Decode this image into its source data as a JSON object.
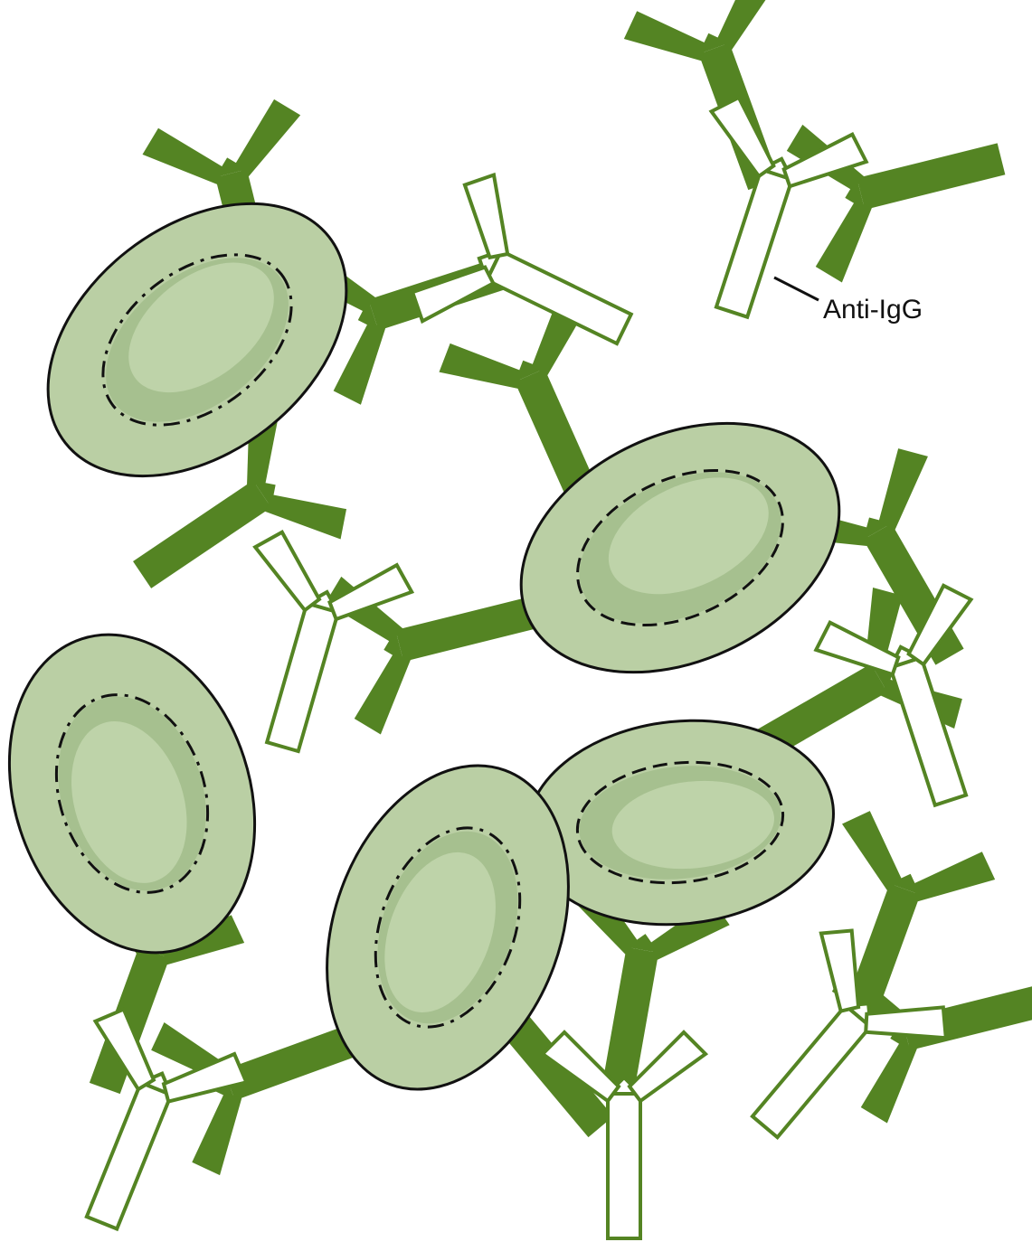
{
  "labels": {
    "anti_igg": "Anti-IgG"
  },
  "colors": {
    "antibody_green": "#548423",
    "rbc_fill": "#bacfa4",
    "rbc_pallor_outer": "#a6c08f",
    "rbc_pallor_inner": "#bed3a9",
    "rbc_outline": "#111111",
    "anti_igg_fill": "#ffffff",
    "anti_igg_outline": "#548423"
  },
  "icons": {
    "igg_antibody": "y-shape-filled",
    "anti_igg_antibody": "y-shape-outlined",
    "red_blood_cell": "ellipse-with-dashed-pallor"
  }
}
